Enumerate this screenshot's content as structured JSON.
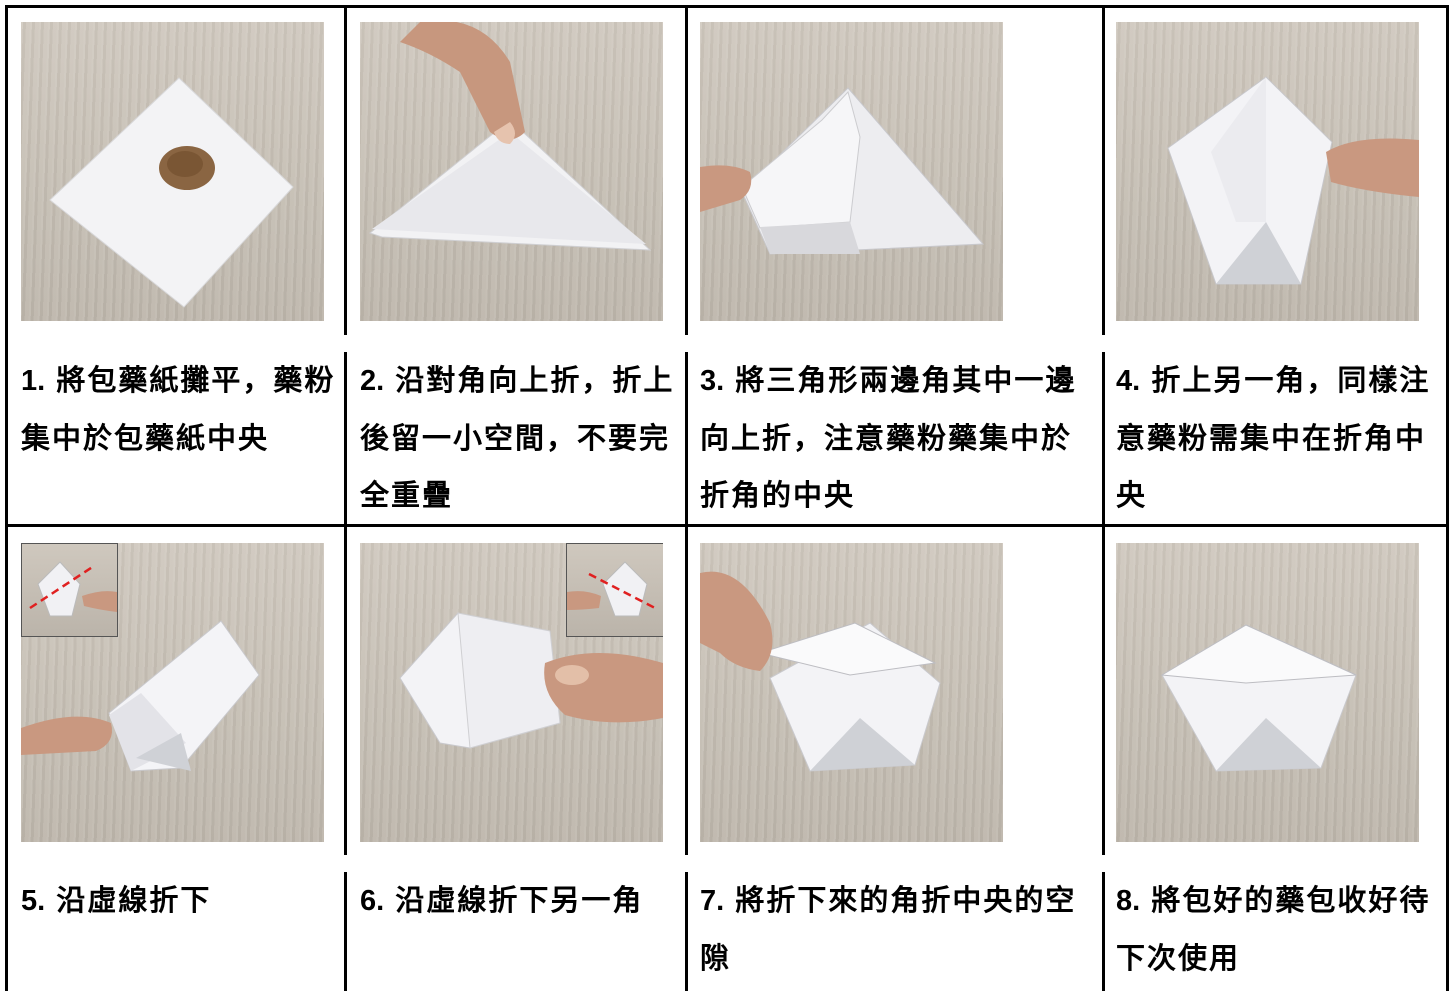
{
  "steps": [
    {
      "num": "1.",
      "text": "將包藥紙攤平，藥粉集中於包藥紙中央",
      "photo": "paper-with-powder"
    },
    {
      "num": "2.",
      "text": "沿對角向上折，折上後留一小空間，不要完全重疊",
      "photo": "fold-diagonal"
    },
    {
      "num": "3.",
      "text": "將三角形兩邊角其中一邊向上折，注意藥粉藥集中於折角的中央",
      "photo": "fold-one-corner"
    },
    {
      "num": "4.",
      "text": "折上另一角，同樣注意藥粉需集中在折角中央",
      "photo": "fold-other-corner"
    },
    {
      "num": "5.",
      "text": "沿虛線折下",
      "photo": "fold-down-dashed"
    },
    {
      "num": "6.",
      "text": "沿虛線折下另一角",
      "photo": "fold-down-other"
    },
    {
      "num": "7.",
      "text": "將折下來的角折中央的空隙",
      "photo": "tuck-corner"
    },
    {
      "num": "8.",
      "text": "將包好的藥包收好待下次使用",
      "photo": "finished-packet"
    }
  ]
}
